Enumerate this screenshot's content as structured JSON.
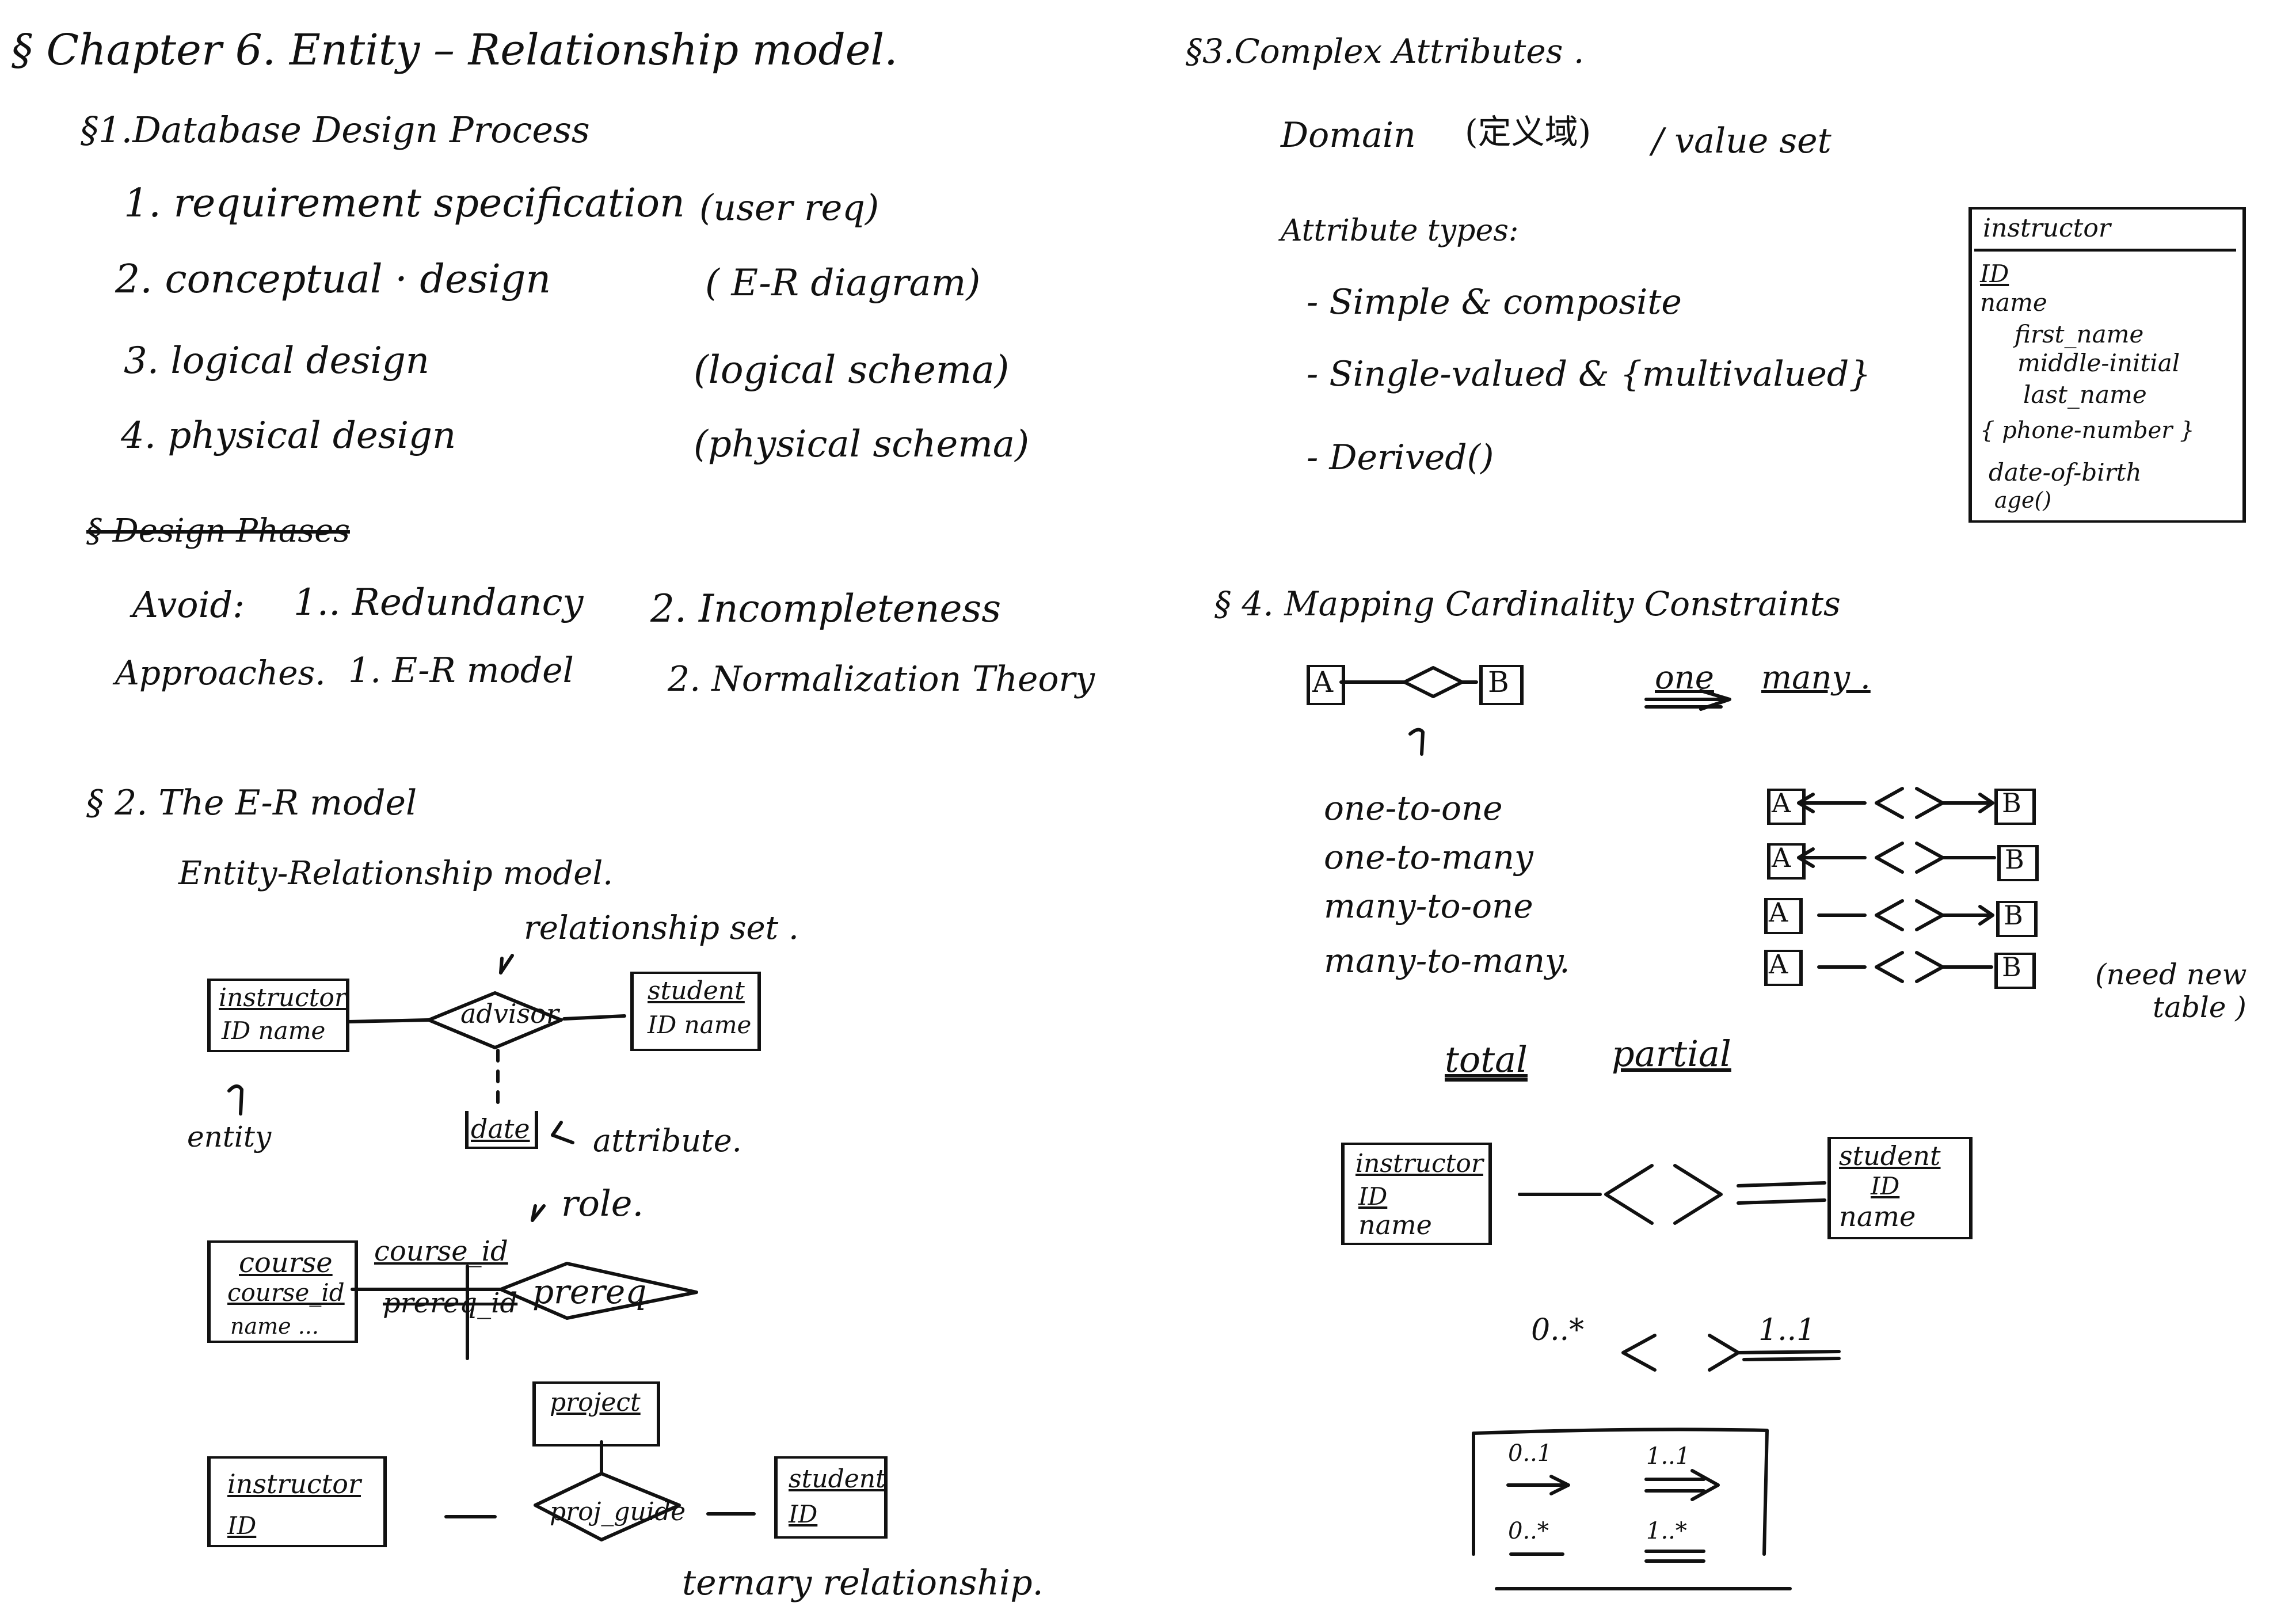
{
  "left": {
    "chapter_title": "§ Chapter 6.   Entity – Relationship model.",
    "sec1": {
      "heading": "§1.Database  Design  Process",
      "steps": [
        {
          "label": "1. requirement  specification",
          "note": "(user req)"
        },
        {
          "label": "2.  conceptual · design",
          "note": "( E-R  diagram)"
        },
        {
          "label": "3.  logical  design",
          "note": "(logical  schema)"
        },
        {
          "label": "4.  physical  design",
          "note": "(physical  schema)"
        }
      ],
      "crossed_heading": "§ Design  Phases",
      "avoid_label": "Avoid:",
      "avoid_1": "1.. Redundancy",
      "avoid_2": "2.  Incompleteness",
      "approaches_label": "Approaches.",
      "approaches_1": "1.  E-R  model",
      "approaches_2": "2.  Normalization  Theory"
    },
    "sec2": {
      "heading": "§ 2.  The   E-R  model",
      "subtitle": "Entity-Relationship  model.",
      "rel_set_label": "relationship  set .",
      "instructor_box": {
        "title": "instructor",
        "attrs": "ID  name"
      },
      "advisor_label": "advisor",
      "student_box": {
        "title": "student",
        "attrs": "ID  name"
      },
      "entity_label": "entity",
      "date_box": "date",
      "attribute_label": "attribute.",
      "role_label": "role.",
      "course_box": {
        "title": "course",
        "attr1": "course_id",
        "attr2": "name ..."
      },
      "course_id_role": "course_id",
      "prereq_id_role": "prereq_id",
      "prereq_label": "prereq",
      "project_box": "project",
      "instructor2_box": {
        "title": "instructor",
        "attrs": "ID"
      },
      "proj_guide_label": "proj_guide",
      "student2_box": {
        "title": "student",
        "attrs": "ID"
      },
      "ternary_label": "ternary  relationship."
    }
  },
  "right": {
    "sec3": {
      "heading": "§3.Complex  Attributes .",
      "domain_label": "Domain",
      "domain_cn": "(定义域)",
      "value_set": "/ value  set",
      "attr_types_label": "Attribute  types:",
      "types": [
        "-   Simple   &   composite",
        "-   Single-valued   &  {multivalued}",
        "-   Derived()"
      ],
      "instructor_entity": {
        "title": "instructor",
        "attrs": [
          "ID",
          "name",
          "first_name",
          "middle-initial",
          "last_name",
          "{ phone-number }",
          "date-of-birth",
          "age()"
        ]
      }
    },
    "sec4": {
      "heading": "§ 4.   Mapping   Cardinality   Constraints",
      "diagram_A": "A",
      "diagram_B": "B",
      "one_label": "one",
      "many_label": "many .",
      "rows": [
        {
          "label": "one-to-one",
          "note": ""
        },
        {
          "label": "one-to-many",
          "note": ""
        },
        {
          "label": "many-to-one",
          "note": ""
        },
        {
          "label": "many-to-many.",
          "note": "(need  new\ntable )"
        }
      ],
      "need_new": "(need  new",
      "table_label": "table )",
      "total_label": "total",
      "partial_label": "partial",
      "instructor_box": {
        "title": "instructor",
        "attr1": "ID",
        "attr2": "name"
      },
      "student_box": {
        "title": "student",
        "attr1": "ID",
        "attr2": "name"
      },
      "card_left": "0..*",
      "card_right": "1..1",
      "legend": [
        "0..1",
        "1..1",
        "0..*",
        "1..*"
      ]
    }
  }
}
